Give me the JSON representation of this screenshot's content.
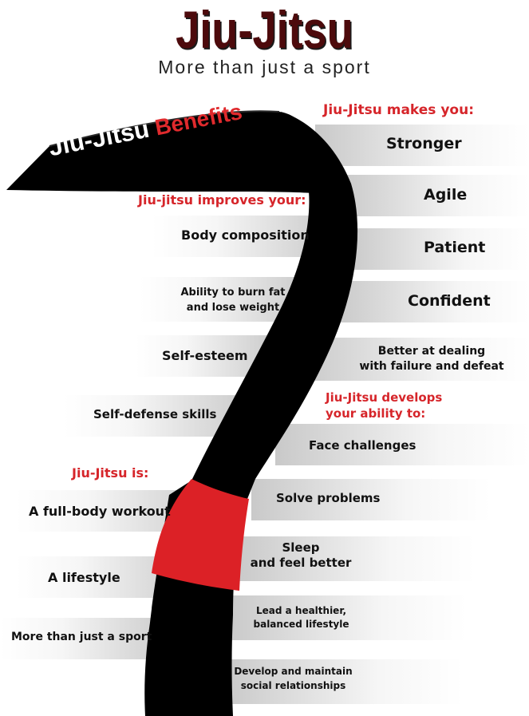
{
  "header": {
    "title": "Jiu-Jitsu",
    "subtitle": "More than just a sport"
  },
  "banner": {
    "title_white": "Jiu-Jitsu",
    "title_red": "Benefits"
  },
  "colors": {
    "belt": "#000000",
    "belt_stripe": "#dc2126",
    "accent_red": "#d6252a",
    "title": "#4d0a0c"
  },
  "sections": {
    "makes_you": {
      "heading": "Jiu-Jitsu makes you:",
      "items": [
        "Stronger",
        "Agile",
        "Patient",
        "Confident"
      ],
      "item_multi": [
        "Better at dealing",
        "with failure and defeat"
      ]
    },
    "improves_your": {
      "heading": "Jiu-jitsu improves your:",
      "items": [
        "Body composition",
        "Self-esteem",
        "Self-defense skills"
      ],
      "item_multi": [
        "Ability to burn fat",
        "and lose weight"
      ]
    },
    "develops": {
      "heading_lines": [
        "Jiu-Jitsu develops",
        "your ability to:"
      ],
      "items": [
        "Face challenges",
        "Solve problems"
      ],
      "multi": [
        [
          "Sleep",
          "and feel better"
        ],
        [
          "Lead a healthier,",
          "balanced lifestyle"
        ],
        [
          "Develop and maintain",
          "social relationships"
        ]
      ]
    },
    "is": {
      "heading": "Jiu-Jitsu is:",
      "items": [
        "A full-body workout",
        "A lifestyle",
        "More than just a sport"
      ]
    }
  }
}
